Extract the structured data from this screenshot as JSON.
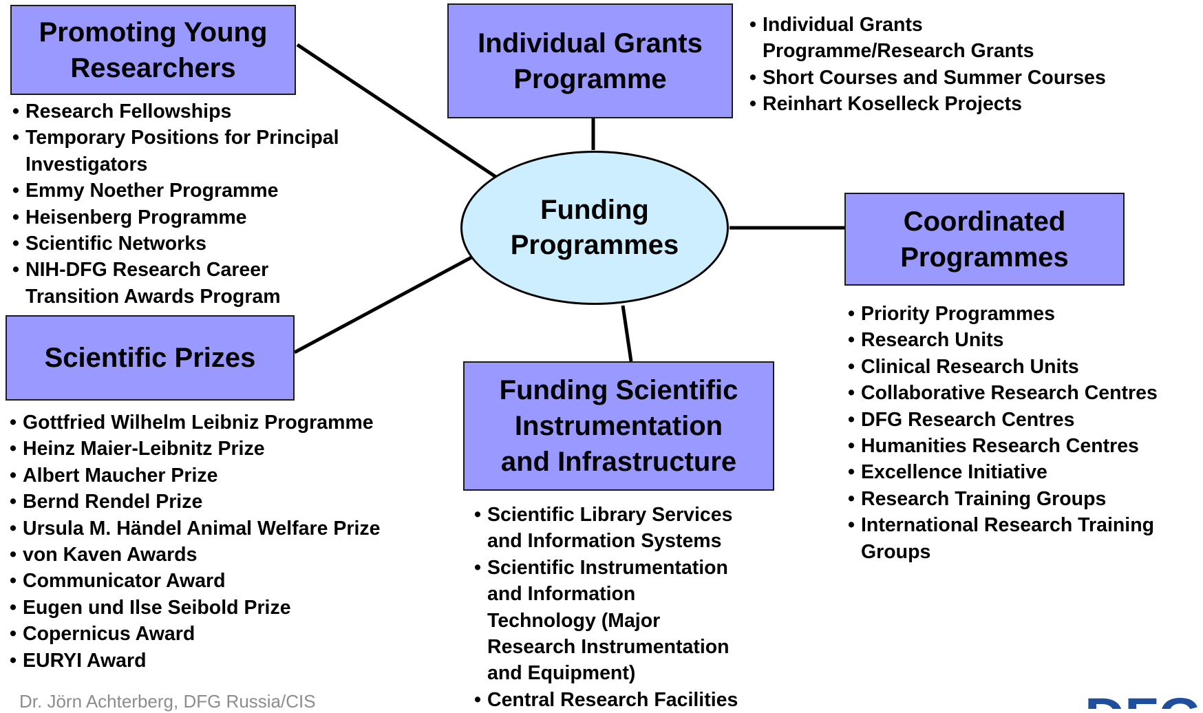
{
  "hub": {
    "label": "Funding\nProgrammes"
  },
  "boxes": {
    "young": {
      "title": "Promoting Young\nResearchers"
    },
    "individual": {
      "title": "Individual Grants\nProgramme"
    },
    "coordinated": {
      "title": "Coordinated\nProgrammes"
    },
    "prizes": {
      "title": "Scientific Prizes"
    },
    "infrastructure": {
      "title": "Funding Scientific\nInstrumentation\nand Infrastructure"
    }
  },
  "lists": {
    "young": [
      "Research Fellowships",
      "Temporary Positions for Principal\nInvestigators",
      "Emmy Noether Programme",
      "Heisenberg Programme",
      "Scientific Networks",
      "NIH-DFG Research Career\nTransition Awards Program"
    ],
    "individual": [
      "Individual Grants\nProgramme/Research Grants",
      "Short Courses and Summer Courses",
      "Reinhart Koselleck Projects"
    ],
    "coordinated": [
      "Priority Programmes",
      "Research Units",
      "Clinical Research Units",
      "Collaborative Research Centres",
      "DFG Research Centres",
      "Humanities Research Centres",
      "Excellence Initiative",
      "Research Training Groups",
      "International Research Training\nGroups"
    ],
    "prizes": [
      "Gottfried Wilhelm Leibniz Programme",
      "Heinz Maier-Leibnitz Prize",
      "Albert Maucher Prize",
      "Bernd Rendel Prize",
      "Ursula M. Händel Animal Welfare Prize",
      "von Kaven Awards",
      "Communicator Award",
      "Eugen und Ilse Seibold Prize",
      "Copernicus Award",
      "EURYI Award"
    ],
    "infrastructure": [
      "Scientific Library Services\nand Information Systems",
      "Scientific Instrumentation\nand Information\nTechnology (Major\nResearch Instrumentation\nand Equipment)",
      "Central Research Facilities"
    ]
  },
  "footer": {
    "text": "Dr. Jörn Achterberg, DFG Russia/CIS"
  },
  "logo": {
    "text": "DFG",
    "color": "#1f4e9c"
  },
  "colors": {
    "box_fill": "#9999ff",
    "hub_fill": "#cceeff",
    "line": "#000000"
  }
}
